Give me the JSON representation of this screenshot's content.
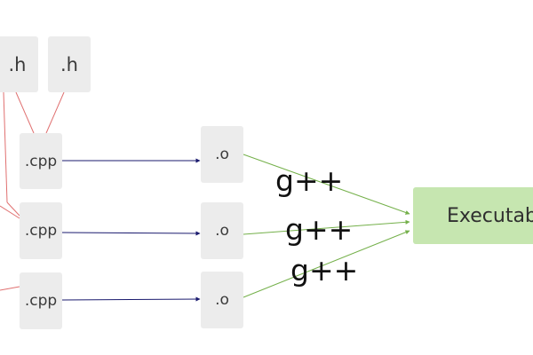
{
  "diagram": {
    "headers": [
      {
        "label": ".h"
      },
      {
        "label": ".h"
      }
    ],
    "sources": [
      {
        "label": ".cpp"
      },
      {
        "label": ".cpp"
      },
      {
        "label": ".cpp"
      }
    ],
    "objects": [
      {
        "label": ".o"
      },
      {
        "label": ".o"
      },
      {
        "label": ".o"
      }
    ],
    "compilers": [
      {
        "label": "g++"
      },
      {
        "label": "g++"
      },
      {
        "label": "g++"
      }
    ],
    "output": {
      "label": "Executable"
    }
  },
  "colors": {
    "box_fill": "#ececec",
    "executable_fill": "#c6e6b0",
    "include_edge": "#e07070",
    "compile_edge": "#1a1a6e",
    "link_edge": "#74b04a"
  }
}
